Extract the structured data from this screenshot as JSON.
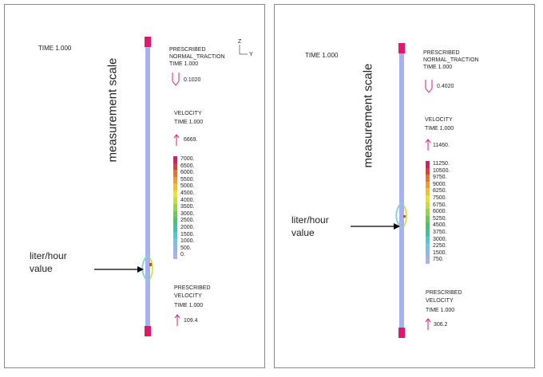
{
  "panels": [
    {
      "time_label": "TIME 1.000",
      "measurement_label": "measurement scale",
      "callout_text": [
        "liter/hour",
        "value"
      ],
      "traction": {
        "title_1": "PRESCRIBED",
        "title_2": "NORMAL_TRACTION",
        "time": "TIME 1.000",
        "value": "0.1020"
      },
      "velocity": {
        "title": "VELOCITY",
        "time": "TIME 1.000",
        "max": "6669.",
        "scale": [
          "7000.",
          "6500.",
          "6000.",
          "5500.",
          "5000.",
          "4500.",
          "4000.",
          "3500.",
          "3000.",
          "2500.",
          "2000.",
          "1500.",
          "1000.",
          "500.",
          "0."
        ]
      },
      "prescribed_velocity": {
        "title_1": "PRESCRIBED",
        "title_2": "VELOCITY",
        "time": "TIME 1.000",
        "value": "109.4"
      },
      "axis_labels": {
        "z": "Z",
        "y": "Y"
      }
    },
    {
      "time_label": "TIME 1.000",
      "measurement_label": "measurement scale",
      "callout_text": [
        "liter/hour",
        "value"
      ],
      "traction": {
        "title_1": "PRESCRIBED",
        "title_2": "NORMAL_TRACTION",
        "time": "TIME 1.000",
        "value": "0.4020"
      },
      "velocity": {
        "title": "VELOCITY",
        "time": "TIME 1.000",
        "max": "11460.",
        "scale": [
          "11250.",
          "10500.",
          "9750.",
          "9000.",
          "8250.",
          "7500.",
          "6750.",
          "6000.",
          "5250.",
          "4500.",
          "3750.",
          "3000.",
          "2250.",
          "1500.",
          "750."
        ]
      },
      "prescribed_velocity": {
        "title_1": "PRESCRIBED",
        "title_2": "VELOCITY",
        "time": "TIME 1.000",
        "value": "306.2"
      }
    }
  ],
  "colors": {
    "pipe": "#a7b1ef",
    "cap": "#e0186a",
    "colormap": [
      "#e0186a",
      "#ee3a2c",
      "#f36f22",
      "#f79a1d",
      "#f8c21a",
      "#eee41c",
      "#c6e12a",
      "#95d83b",
      "#65cf4d",
      "#3ec96a",
      "#35c9a0",
      "#3fd0cf",
      "#6cc6ea",
      "#8fb6f0",
      "#a7b1ef"
    ]
  }
}
